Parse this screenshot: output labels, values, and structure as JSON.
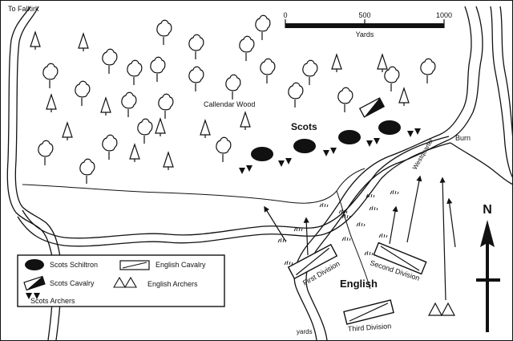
{
  "labels": {
    "to_falkirk": "To Falkirk",
    "wood": "Callendar Wood",
    "scots": "Scots",
    "english": "English",
    "westquarter": "Westquarter",
    "burn": "Burn",
    "yards_bottom": "yards",
    "first_division": "First Division",
    "second_division": "Second Division",
    "third_division": "Third Division",
    "north": "N"
  },
  "scale": {
    "ticks": [
      "0",
      "500",
      "1000"
    ],
    "unit": "Yards"
  },
  "legend": {
    "scots_schiltron": "Scots Schiltron",
    "scots_cavalry": "Scots Cavalry",
    "scots_archers": "Scots Archers",
    "english_cavalry": "English Cavalry",
    "english_archers": "English Archers"
  },
  "colors": {
    "ink": "#111111",
    "background": "#ffffff"
  }
}
